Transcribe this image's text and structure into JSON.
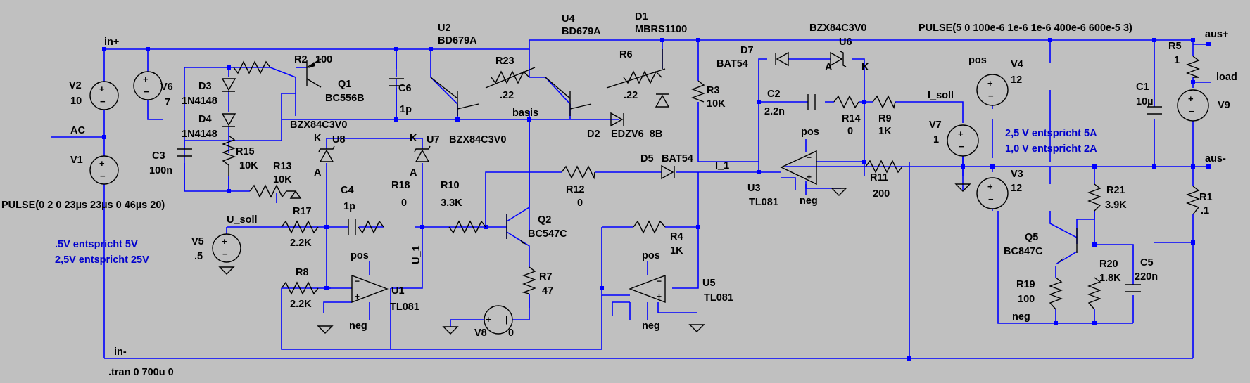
{
  "labels": {
    "R2": "R2",
    "R2v": "100",
    "R3": "R3",
    "R3v": "10K",
    "R5": "R5",
    "R5v": "1",
    "R6": "R6",
    "R6v": ".22",
    "R23": "R23",
    "R23v": ".22",
    "R15": "R15",
    "R15v": "10K",
    "R13": "R13",
    "R13v": "10K",
    "R17": "R17",
    "R17v": "2.2K",
    "R18": "R18",
    "R18v": "0",
    "R10": "R10",
    "R10v": "3.3K",
    "R12": "R12",
    "R12v": "0",
    "R8": "R8",
    "R8v": "2.2K",
    "R7": "R7",
    "R7v": "47",
    "R4": "R4",
    "R4v": "1K",
    "R14": "R14",
    "R14v": "0",
    "R9": "R9",
    "R9v": "1K",
    "R11": "R11",
    "R11v": "200",
    "R21": "R21",
    "R21v": "3.9K",
    "R20": "R20",
    "R20v": "1.8K",
    "R19": "R19",
    "R19v": "100",
    "R1": "R1",
    "R1v": ".1",
    "C6": "C6",
    "C6v": "1p",
    "C3": "C3",
    "C3v": "100n",
    "C4": "C4",
    "C4v": "1p",
    "C2": "C2",
    "C2v": "2.2n",
    "C1": "C1",
    "C1v": "10µ",
    "C5": "C5",
    "C5v": "220n",
    "Q1": "Q1",
    "Q1v": "BC556B",
    "Q2": "Q2",
    "Q2v": "BC547C",
    "Q5": "Q5",
    "Q5v": "BC847C",
    "U2": "U2",
    "U2v": "BD679A",
    "U4": "U4",
    "U4v": "BD679A",
    "D1": "D1",
    "D1v": "MBRS1100",
    "D2": "D2",
    "D2v": "EDZV6_8B",
    "D3": "D3",
    "D3v": "1N4148",
    "D4": "D4",
    "D4v": "1N4148",
    "D5": "D5",
    "D5v": "BAT54",
    "D7": "D7",
    "D7v": "BAT54",
    "U6": "U6",
    "U6v": "BZX84C3V0",
    "U8": "U8",
    "U8v": "BZX84C3V0",
    "U7": "U7",
    "U7v": "BZX84C3V0",
    "U1": "U1",
    "U1v": "TL081",
    "U3": "U3",
    "U3v": "TL081",
    "U5": "U5",
    "U5v": "TL081",
    "V1": "V1",
    "V1v": "PULSE(0 2 0 23µs 23µs 0 46µs 20)",
    "V2": "V2",
    "V2v": "10",
    "V6": "V6",
    "V6v": "7",
    "V5": "V5",
    "V5v": ".5",
    "V8": "V8",
    "V8v": "0",
    "V4": "V4",
    "V4v": "12",
    "V3": "V3",
    "V3v": "12",
    "V7": "V7",
    "V7v": "1",
    "V9": "V9",
    "V9v": "PULSE(5 0 100e-6 1e-6 1e-6 400e-6 600e-5 3)",
    "A": "A",
    "K": "K",
    "pos": "pos",
    "neg": "neg"
  },
  "nets": {
    "in_plus": "in+",
    "in_minus": "in-",
    "ac": "AC",
    "basis": "basis",
    "u_soll": "U_soll",
    "u_1": "U_1",
    "i_1": "I_1",
    "i_soll": "I_soll",
    "aus_plus": "aus+",
    "aus_minus": "aus-",
    "load": "load"
  },
  "notes": {
    "n1": ".5V entspricht 5V",
    "n2": "2,5V entspricht 25V",
    "n3": "2,5 V entspricht 5A",
    "n4": "1,0 V entspricht 2A",
    "tran": ".tran 0 700u 0"
  }
}
